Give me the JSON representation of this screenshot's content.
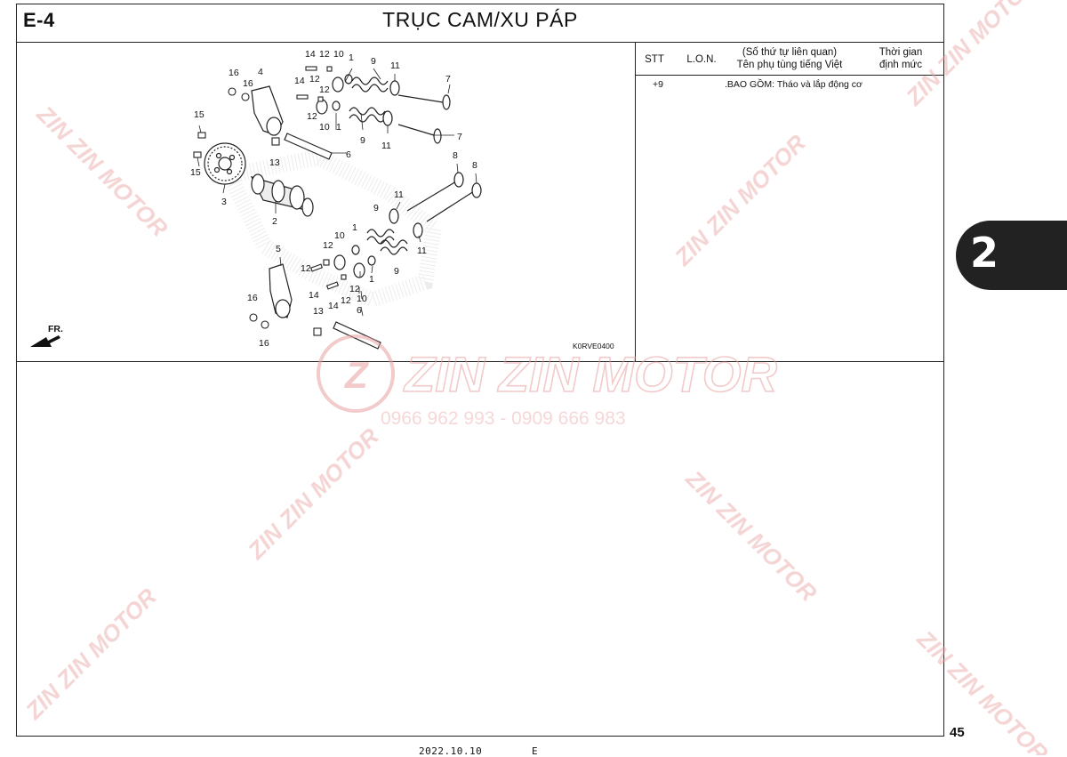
{
  "header": {
    "section_code": "E-4",
    "title": "TRỤC CAM/XU PÁP"
  },
  "diagram": {
    "figure_code": "K0RVE0400",
    "front_marker": "FR.",
    "callouts": {
      "c1a": "1",
      "c1b": "1",
      "c1c": "1",
      "c1d": "1",
      "c2": "2",
      "c3": "3",
      "c4": "4",
      "c5": "5",
      "c6a": "6",
      "c6b": "6",
      "c7a": "7",
      "c7b": "7",
      "c8a": "8",
      "c8b": "8",
      "c9a": "9",
      "c9b": "9",
      "c9c": "9",
      "c9d": "9",
      "c10a": "10",
      "c10b": "10",
      "c10c": "10",
      "c10d": "10",
      "c11a": "11",
      "c11b": "11",
      "c11c": "11",
      "c11d": "11",
      "c12a": "12",
      "c12b": "12",
      "c12c": "12",
      "c12d": "12",
      "c12e": "12",
      "c12f": "12",
      "c12g": "12",
      "c13a": "13",
      "c13b": "13",
      "c14a": "14",
      "c14b": "14",
      "c14c": "14",
      "c14d": "14",
      "c15a": "15",
      "c15b": "15",
      "c16a": "16",
      "c16b": "16",
      "c16c": "16",
      "c16d": "16"
    }
  },
  "table": {
    "col_stt": "STT",
    "col_lon": "L.O.N.",
    "col_ref_line1": "(Số thứ tự liên quan)",
    "col_ref_line2": "Tên phụ tùng tiếng Việt",
    "col_time_line1": "Thời gian",
    "col_time_line2": "định mức",
    "rows": [
      {
        "stt": "+9",
        "lon": "",
        "name": ".BAO GỒM: Tháo và lắp động cơ",
        "time": ""
      }
    ]
  },
  "side_tab": {
    "label": "2"
  },
  "watermark": {
    "brand": "ZIN ZIN MOTOR",
    "phones": "0966 962 993 - 0909 666 983",
    "color": "#e8a0a0"
  },
  "footer": {
    "page_number": "45",
    "date": "2022.10.10",
    "letter": "E"
  }
}
